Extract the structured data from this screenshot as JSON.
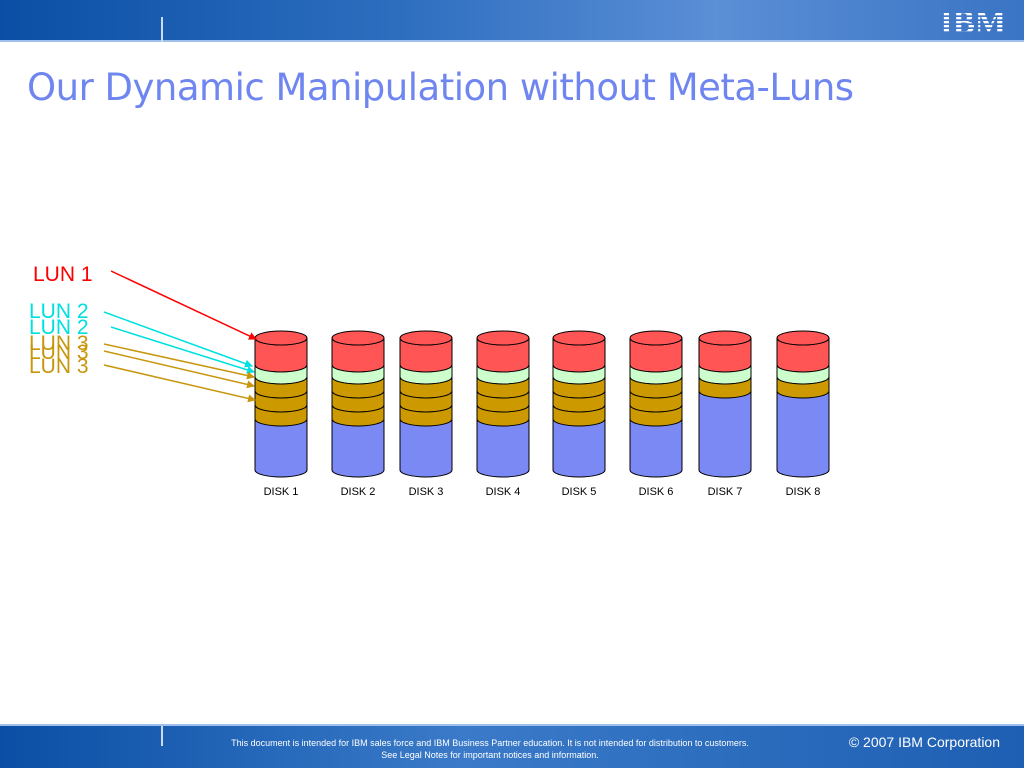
{
  "slide": {
    "title": "Our Dynamic Manipulation without Meta-Luns",
    "logo_text": "IBM"
  },
  "colors": {
    "lun1": "#ff0000",
    "lun2": "#00e0e0",
    "lun3": "#c8960c",
    "stripe_red": "#ff5555",
    "stripe_green": "#ccffcc",
    "stripe_gold": "#cc9900",
    "disk_body": "#7b89f5",
    "title": "#6f86f0"
  },
  "diagram": {
    "luns": [
      {
        "id": "lun1",
        "label": "LUN 1"
      },
      {
        "id": "lun2a",
        "label": "LUN 2"
      },
      {
        "id": "lun2b",
        "label": "LUN 2"
      },
      {
        "id": "lun3a",
        "label": "LUN 3"
      },
      {
        "id": "lun3b",
        "label": "LUN 3"
      },
      {
        "id": "lun3c",
        "label": "LUN 3"
      }
    ],
    "disks": [
      {
        "label": "DISK 1",
        "gold_stripes": 3
      },
      {
        "label": "DISK 2",
        "gold_stripes": 3
      },
      {
        "label": "DISK 3",
        "gold_stripes": 3
      },
      {
        "label": "DISK 4",
        "gold_stripes": 3
      },
      {
        "label": "DISK 5",
        "gold_stripes": 3
      },
      {
        "label": "DISK 6",
        "gold_stripes": 3
      },
      {
        "label": "DISK 7",
        "gold_stripes": 1
      },
      {
        "label": "DISK 8",
        "gold_stripes": 1
      }
    ]
  },
  "footer": {
    "legal_line1": "This document is intended for IBM sales force and IBM Business Partner education. It is not intended for distribution to customers.",
    "legal_line2": "See Legal Notes for important notices and information.",
    "copyright": "© 2007 IBM Corporation"
  }
}
